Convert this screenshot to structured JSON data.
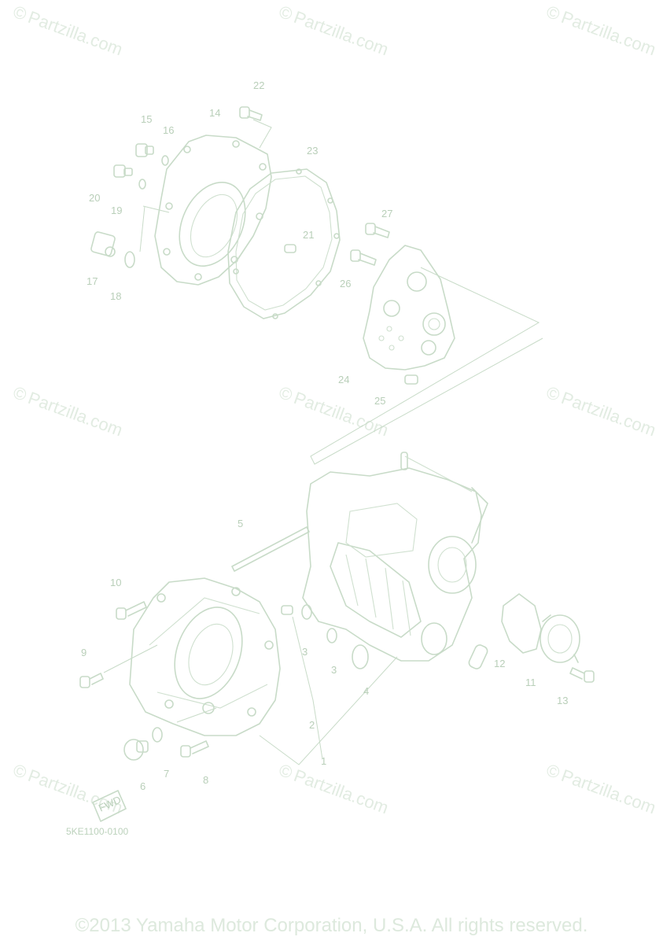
{
  "watermark": {
    "text": "Partzilla.com",
    "symbol": "©"
  },
  "callouts": {
    "p1": "1",
    "p2": "2",
    "p3a": "3",
    "p3b": "3",
    "p4": "4",
    "p5": "5",
    "p6": "6",
    "p7": "7",
    "p8": "8",
    "p9": "9",
    "p10": "10",
    "p11": "11",
    "p12": "12",
    "p13": "13",
    "p14": "14",
    "p15": "15",
    "p16": "16",
    "p17": "17",
    "p18": "18",
    "p19": "19",
    "p20": "20",
    "p21": "21",
    "p22": "22",
    "p23": "23",
    "p24": "24",
    "p25": "25",
    "p26": "26",
    "p27": "27"
  },
  "fwd_mark": "FWD",
  "diagram_code": "5KE1100-0100",
  "copyright": "©2013 Yamaha Motor Corporation, U.S.A. All rights reserved.",
  "colors": {
    "line": "#c8dbc8",
    "text": "#b9cfb9",
    "watermark": "#e2ece2"
  }
}
